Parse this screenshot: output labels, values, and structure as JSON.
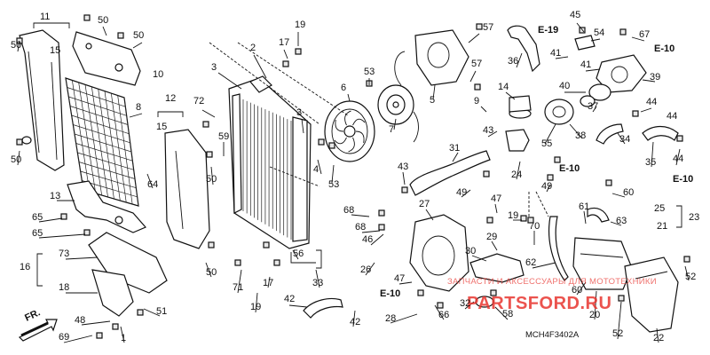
{
  "diagram": {
    "part_code": "MCH4F3402A",
    "direction_label": "FR.",
    "callouts": [
      {
        "id": "c11",
        "text": "11"
      },
      {
        "id": "c50a",
        "text": "50"
      },
      {
        "id": "c50b",
        "text": "50"
      },
      {
        "id": "c50c",
        "text": "50"
      },
      {
        "id": "c15a",
        "text": "15"
      },
      {
        "id": "c10",
        "text": "10"
      },
      {
        "id": "c19a",
        "text": "19"
      },
      {
        "id": "c17a",
        "text": "17"
      },
      {
        "id": "c2",
        "text": "2"
      },
      {
        "id": "c3a",
        "text": "3"
      },
      {
        "id": "c57a",
        "text": "57"
      },
      {
        "id": "c45",
        "text": "45"
      },
      {
        "id": "c54",
        "text": "54"
      },
      {
        "id": "c67",
        "text": "67"
      },
      {
        "id": "ce19",
        "text": "E-19"
      },
      {
        "id": "ce10a",
        "text": "E-10"
      },
      {
        "id": "c36",
        "text": "36"
      },
      {
        "id": "c41a",
        "text": "41"
      },
      {
        "id": "c41b",
        "text": "41"
      },
      {
        "id": "c39",
        "text": "39"
      },
      {
        "id": "c53a",
        "text": "53"
      },
      {
        "id": "c6",
        "text": "6"
      },
      {
        "id": "c5",
        "text": "5"
      },
      {
        "id": "c57b",
        "text": "57"
      },
      {
        "id": "c14",
        "text": "14"
      },
      {
        "id": "c40",
        "text": "40"
      },
      {
        "id": "c9",
        "text": "9"
      },
      {
        "id": "c37",
        "text": "37"
      },
      {
        "id": "c44a",
        "text": "44"
      },
      {
        "id": "c44b",
        "text": "44"
      },
      {
        "id": "c8",
        "text": "8"
      },
      {
        "id": "c12",
        "text": "12"
      },
      {
        "id": "c72",
        "text": "72"
      },
      {
        "id": "c15b",
        "text": "15"
      },
      {
        "id": "c59",
        "text": "59"
      },
      {
        "id": "c3b",
        "text": "3"
      },
      {
        "id": "c7",
        "text": "7"
      },
      {
        "id": "c55",
        "text": "55"
      },
      {
        "id": "c38",
        "text": "38"
      },
      {
        "id": "c34",
        "text": "34"
      },
      {
        "id": "c43a",
        "text": "43"
      },
      {
        "id": "c31",
        "text": "31"
      },
      {
        "id": "c4",
        "text": "4"
      },
      {
        "id": "c50d",
        "text": "50"
      },
      {
        "id": "c64",
        "text": "64"
      },
      {
        "id": "c50e",
        "text": "50"
      },
      {
        "id": "c53b",
        "text": "53"
      },
      {
        "id": "c43b",
        "text": "43"
      },
      {
        "id": "c24",
        "text": "24"
      },
      {
        "id": "ce10b",
        "text": "E-10"
      },
      {
        "id": "c35",
        "text": "35"
      },
      {
        "id": "c44c",
        "text": "44"
      },
      {
        "id": "ce10c",
        "text": "E-10"
      },
      {
        "id": "c49a",
        "text": "49"
      },
      {
        "id": "c49b",
        "text": "49"
      },
      {
        "id": "c60",
        "text": "60"
      },
      {
        "id": "c13",
        "text": "13"
      },
      {
        "id": "c27",
        "text": "27"
      },
      {
        "id": "c47a",
        "text": "47"
      },
      {
        "id": "c61",
        "text": "61"
      },
      {
        "id": "c25",
        "text": "25"
      },
      {
        "id": "c23",
        "text": "23"
      },
      {
        "id": "c65a",
        "text": "65"
      },
      {
        "id": "c68a",
        "text": "68"
      },
      {
        "id": "c19b",
        "text": "19"
      },
      {
        "id": "c63",
        "text": "63"
      },
      {
        "id": "c21",
        "text": "21"
      },
      {
        "id": "c65b",
        "text": "65"
      },
      {
        "id": "c68b",
        "text": "68"
      },
      {
        "id": "c29",
        "text": "29"
      },
      {
        "id": "c70",
        "text": "70"
      },
      {
        "id": "c73",
        "text": "73"
      },
      {
        "id": "c56",
        "text": "56"
      },
      {
        "id": "c46",
        "text": "46"
      },
      {
        "id": "c30",
        "text": "30"
      },
      {
        "id": "c62",
        "text": "62"
      },
      {
        "id": "c16",
        "text": "16"
      },
      {
        "id": "c50f",
        "text": "50"
      },
      {
        "id": "c26",
        "text": "26"
      },
      {
        "id": "c52a",
        "text": "52"
      },
      {
        "id": "c71",
        "text": "71"
      },
      {
        "id": "c17b",
        "text": "17"
      },
      {
        "id": "c47b",
        "text": "47"
      },
      {
        "id": "c18",
        "text": "18"
      },
      {
        "id": "c33",
        "text": "33"
      },
      {
        "id": "c60b",
        "text": "60"
      },
      {
        "id": "ce10d",
        "text": "E-10"
      },
      {
        "id": "c32",
        "text": "32"
      },
      {
        "id": "c58",
        "text": "58"
      },
      {
        "id": "c66",
        "text": "66"
      },
      {
        "id": "c19c",
        "text": "19"
      },
      {
        "id": "c48",
        "text": "48"
      },
      {
        "id": "c51",
        "text": "51"
      },
      {
        "id": "c42a",
        "text": "42"
      },
      {
        "id": "c20",
        "text": "20"
      },
      {
        "id": "c42b",
        "text": "42"
      },
      {
        "id": "c28",
        "text": "28"
      },
      {
        "id": "c69",
        "text": "69"
      },
      {
        "id": "c1",
        "text": "1"
      },
      {
        "id": "c52b",
        "text": "52"
      },
      {
        "id": "c22",
        "text": "22"
      }
    ]
  },
  "watermark": {
    "text": "PARTSFORD.RU",
    "subtext": "ЗАПЧАСТИ И АКСЕССУАРЫ ДЛЯ МОТОТЕХНИКИ",
    "color": "#e8352f"
  }
}
